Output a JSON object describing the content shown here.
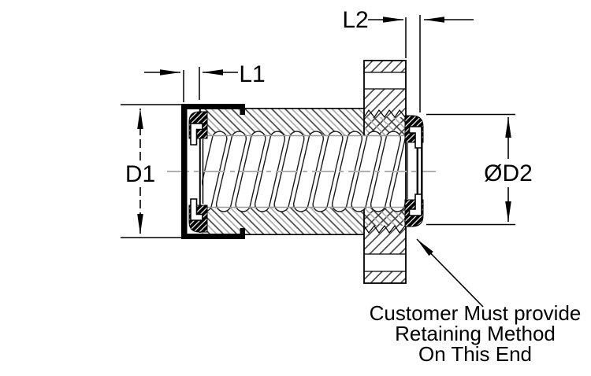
{
  "drawing": {
    "dimensions": {
      "d1": "D1",
      "l1": "L1",
      "l2": "L2",
      "d2": "ØD2"
    },
    "note": {
      "line1": "Customer Must provide",
      "line2": "Retaining Method",
      "line3": "On This End"
    },
    "colors": {
      "line": "#000000",
      "centerline": "#b0b0b0",
      "hatch_dark": "#3c3c3c",
      "hatch_light": "#a6a6a6",
      "paper": "#ffffff"
    }
  }
}
